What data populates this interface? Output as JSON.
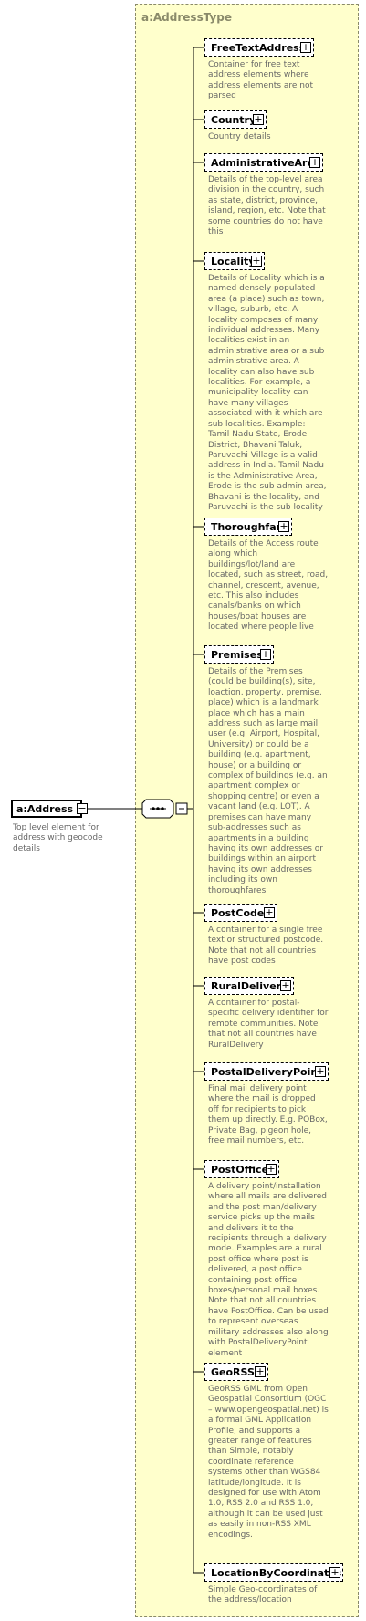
{
  "type_name": "a:AddressType",
  "root": {
    "name": "a:Address",
    "doc": "Top level element for address with geocode details"
  },
  "elements": [
    {
      "name": "FreeTextAddress",
      "doc": "Container for free text address elements where address elements are not parsed"
    },
    {
      "name": "Country",
      "doc": "Country details"
    },
    {
      "name": "AdministrativeArea",
      "doc": "Details of the top-level area division in the country, such as state, district, province, island, region, etc. Note that some countries do not have this"
    },
    {
      "name": "Locality",
      "doc": "Details of Locality which is a named densely populated area (a place) such as town, village, suburb, etc. A locality composes of many individual addresses. Many localities exist in an administrative area or a sub administrative area. A locality can also have sub localities. For example, a municipality locality can have many villages associated with it which are sub localities. Example: Tamil Nadu State, Erode District, Bhavani Taluk, Paruvachi Village is a valid address in India. Tamil Nadu is the Administrative Area, Erode is the sub admin area, Bhavani is the locality, and Paruvachi is the sub locality"
    },
    {
      "name": "Thoroughfare",
      "doc": "Details of the Access route along which buildings/lot/land are located, such as street, road, channel, crescent, avenue, etc. This also includes canals/banks on which houses/boat houses are located where people live"
    },
    {
      "name": "Premises",
      "doc": "Details of the Premises (could be building(s), site, loaction, property, premise, place) which is a landmark place which has a main address such as large mail user (e.g. Airport, Hospital, University) or could be a building (e.g. apartment, house) or a building or complex of buildings (e.g. an apartment complex or shopping centre) or even a vacant land (e.g. LOT). A premises can have many sub-addresses such as apartments in a building having its own addresses or buildings within an airport having its own addresses including its own thoroughfares"
    },
    {
      "name": "PostCode",
      "doc": "A container for a single free text or structured postcode. Note that not all countries have post codes"
    },
    {
      "name": "RuralDelivery",
      "doc": "A container for postal-specific delivery identifier for remote communities. Note that not all countries have RuralDelivery"
    },
    {
      "name": "PostalDeliveryPoint",
      "doc": "Final mail delivery point where the mail is dropped off for recipients to pick them up directly. E.g. POBox, Private Bag, pigeon hole, free mail numbers, etc."
    },
    {
      "name": "PostOffice",
      "doc": "A delivery point/installation where all mails are delivered and the post man/delivery service picks up the mails and delivers it to the recipients through a delivery mode. Examples are a rural post office where post is delivered, a post office containing post office boxes/personal mail boxes. Note that not all countries have PostOffice. Can be used to represent overseas military addresses also along with PostalDeliveryPoint element"
    },
    {
      "name": "GeoRSS",
      "doc": "GeoRSS GML from Open Geospatial Consortium (OGC – www.opengeospatial.net) is a formal GML Application Profile, and supports a greater range of features than Simple, notably coordinate reference systems other than WGS84 latitude/longitude. It is designed for use with Atom 1.0, RSS 2.0 and RSS 1.0, although it can be used just as easily in non-RSS XML encodings."
    },
    {
      "name": "LocationByCoordinates",
      "doc": "Simple Geo-coordinates of the address/location"
    }
  ]
}
